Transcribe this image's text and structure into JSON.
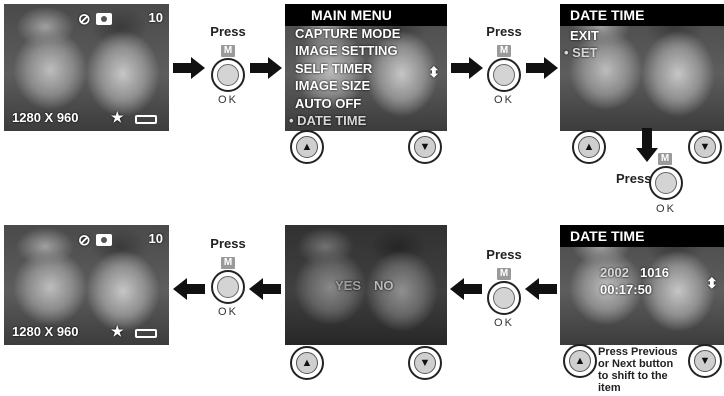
{
  "press_label": "Press",
  "m_badge": "M",
  "ok_label": "OK",
  "live_view": {
    "count": "10",
    "resolution": "1280 X 960",
    "star": "★"
  },
  "main_menu": {
    "title": "MAIN MENU",
    "items": [
      "CAPTURE MODE",
      "IMAGE SETTING",
      "SELF TIMER",
      "IMAGE SIZE",
      "AUTO OFF",
      "• DATE TIME"
    ]
  },
  "date_time_menu": {
    "title": "DATE TIME",
    "items": [
      "EXIT",
      "• SET"
    ]
  },
  "date_time_set": {
    "title": "DATE TIME",
    "year": "2002",
    "monthday": "1016",
    "time": "00:17:50"
  },
  "confirm": {
    "yes": "YES",
    "no": "NO"
  },
  "note_text": [
    "Press Previous",
    "or Next button",
    "to shift to the",
    "item"
  ],
  "icons": {
    "up": "▲",
    "down": "▼",
    "updown": "⬍",
    "flash": "flash-off-icon",
    "camera": "camera-icon",
    "battery": "battery-icon"
  },
  "colors": {
    "arrow": "#111111",
    "screen_bg": "#555555",
    "osd_text": "#ffffff"
  }
}
